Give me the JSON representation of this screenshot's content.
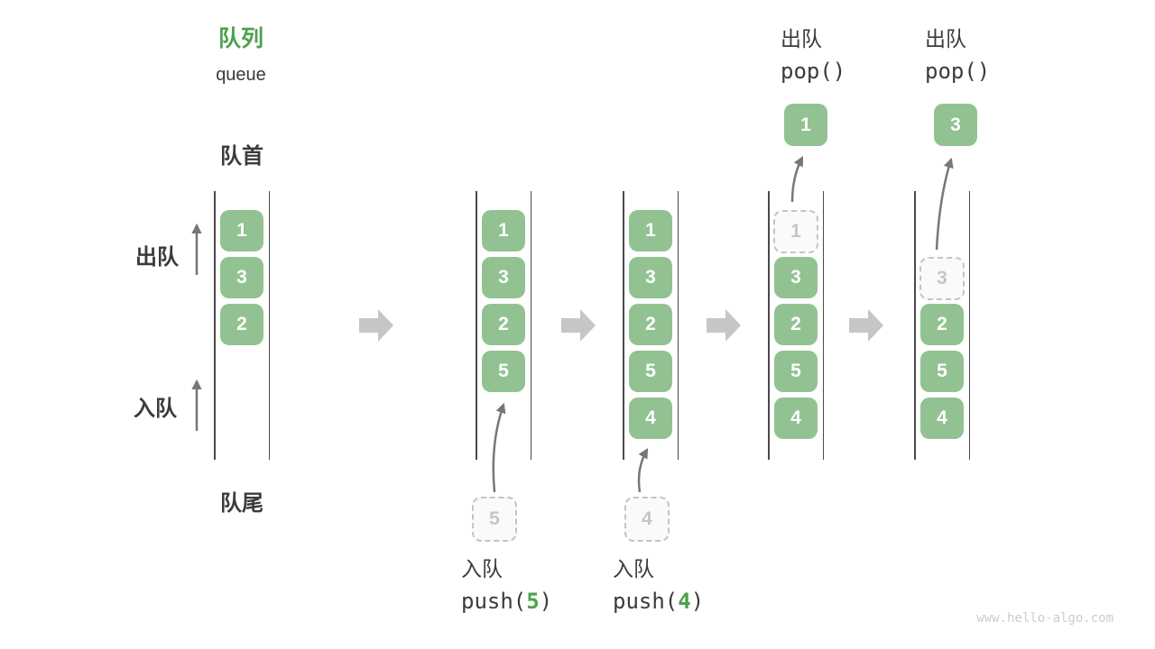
{
  "title": {
    "zh": "队列",
    "en": "queue"
  },
  "labels": {
    "front": "队首",
    "rear": "队尾",
    "dequeue_side": "出队",
    "enqueue_side": "入队"
  },
  "states": [
    {
      "name": "initial",
      "cells": [
        "1",
        "3",
        "2"
      ]
    },
    {
      "name": "after-push-5",
      "cells": [
        "1",
        "3",
        "2",
        "5"
      ],
      "pending": "5",
      "op": {
        "zh": "入队",
        "pre": "push(",
        "arg": "5",
        "post": ")"
      }
    },
    {
      "name": "after-push-4",
      "cells": [
        "1",
        "3",
        "2",
        "5",
        "4"
      ],
      "pending": "4",
      "op": {
        "zh": "入队",
        "pre": "push(",
        "arg": "4",
        "post": ")"
      }
    },
    {
      "name": "pop-1",
      "dashed": "1",
      "cells": [
        "3",
        "2",
        "5",
        "4"
      ],
      "popped": "1",
      "op": {
        "zh": "出队",
        "code": "pop()"
      }
    },
    {
      "name": "pop-3",
      "dashed": "3",
      "cells": [
        "2",
        "5",
        "4"
      ],
      "popped": "3",
      "op": {
        "zh": "出队",
        "code": "pop()"
      }
    }
  ],
  "watermark": "www.hello-algo.com",
  "colors": {
    "accent_green": "#4DA14D",
    "cell_green": "#92C292",
    "cell_text": "#FFFFFF",
    "queue_wall": "#4A4A4A",
    "flow_arrow_gray": "#C6C6C6",
    "pointer_arrow_gray": "#777777",
    "dashed_border": "#C4C4C4",
    "text_dark": "#3B3B3B",
    "watermark_gray": "#CCCCCC"
  }
}
